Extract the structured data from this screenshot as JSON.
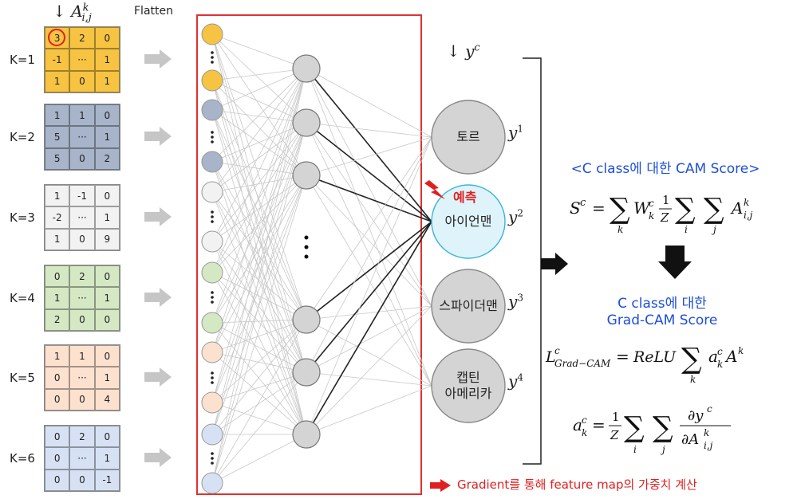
{
  "header": {
    "activation_label": "↓ A",
    "activation_sup": "k",
    "activation_sub": "i,j",
    "flatten_label": "Flatten",
    "output_grad_label": "↓ y",
    "output_grad_sup": "c"
  },
  "feature_maps": [
    {
      "label": "K=1",
      "color": "#f6c342",
      "cells": [
        "3",
        "2",
        "0",
        "-1",
        "···",
        "1",
        "1",
        "0",
        "1"
      ]
    },
    {
      "label": "K=2",
      "color": "#a7b4c9",
      "cells": [
        "1",
        "1",
        "0",
        "5",
        "···",
        "1",
        "5",
        "0",
        "2"
      ]
    },
    {
      "label": "K=3",
      "color": "#f2f2f2",
      "cells": [
        "1",
        "-1",
        "0",
        "-2",
        "···",
        "1",
        "1",
        "0",
        "9"
      ]
    },
    {
      "label": "K=4",
      "color": "#d5e8c4",
      "cells": [
        "0",
        "2",
        "0",
        "1",
        "···",
        "1",
        "2",
        "0",
        "0"
      ]
    },
    {
      "label": "K=5",
      "color": "#fde1cf",
      "cells": [
        "1",
        "1",
        "0",
        "0",
        "···",
        "1",
        "0",
        "0",
        "4"
      ]
    },
    {
      "label": "K=6",
      "color": "#d6e2f4",
      "cells": [
        "0",
        "2",
        "0",
        "0",
        "···",
        "1",
        "0",
        "0",
        "-1"
      ]
    }
  ],
  "outputs": [
    {
      "label": "토르",
      "y_sup": "1"
    },
    {
      "label": "아이언맨",
      "y_sup": "2"
    },
    {
      "label": "스파이더맨",
      "y_sup": "3"
    },
    {
      "label": "캡틴\n아메리카",
      "y_sup": "4"
    }
  ],
  "prediction_label": "예측",
  "cam_title": "<C class에 대한 CAM Score>",
  "gradcam_title_line1": "C class에 대한",
  "gradcam_title_line2": "Grad-CAM Score",
  "footer_note": "Gradient를 통해 feature map의 가중치 계산",
  "colors": {
    "accent_red": "#e02020",
    "blue_text": "#1d4fd8",
    "hidden_node": "#d4d4d4",
    "predicted_node_fill": "#dff3fb",
    "predicted_node_stroke": "#39b4d8"
  }
}
